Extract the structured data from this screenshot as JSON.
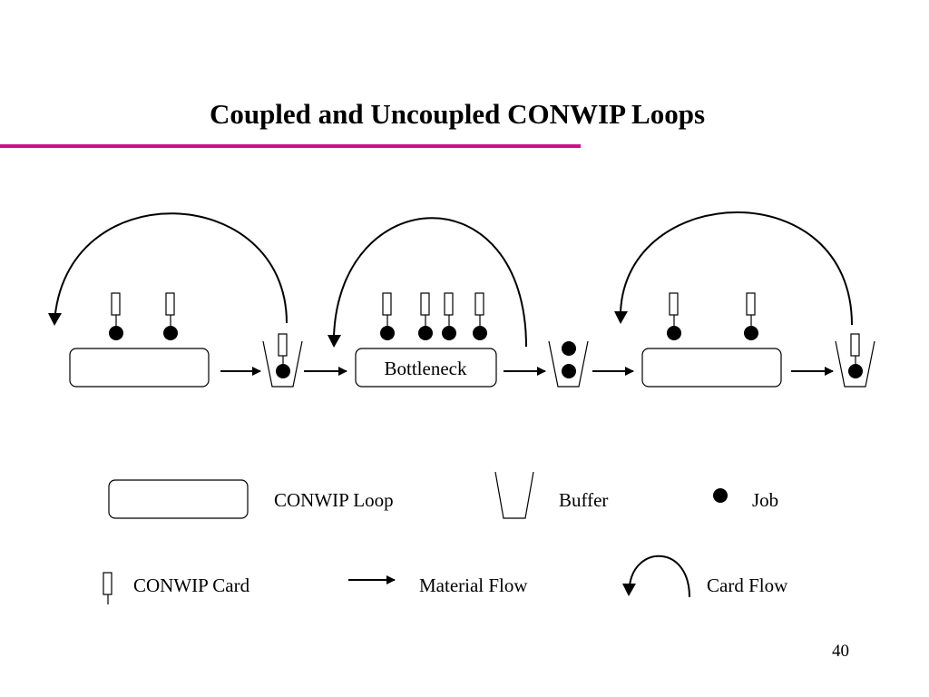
{
  "title": "Coupled and Uncoupled CONWIP Loops",
  "colors": {
    "rule": "#cc1188",
    "stroke": "#000000",
    "background": "#ffffff"
  },
  "stations": [
    {
      "label": ""
    },
    {
      "label": "Bottleneck"
    },
    {
      "label": ""
    }
  ],
  "legend": {
    "conwip_loop": "CONWIP Loop",
    "buffer": "Buffer",
    "job": "Job",
    "conwip_card": "CONWIP Card",
    "material_flow": "Material Flow",
    "card_flow": "Card Flow"
  },
  "page_number": "40"
}
